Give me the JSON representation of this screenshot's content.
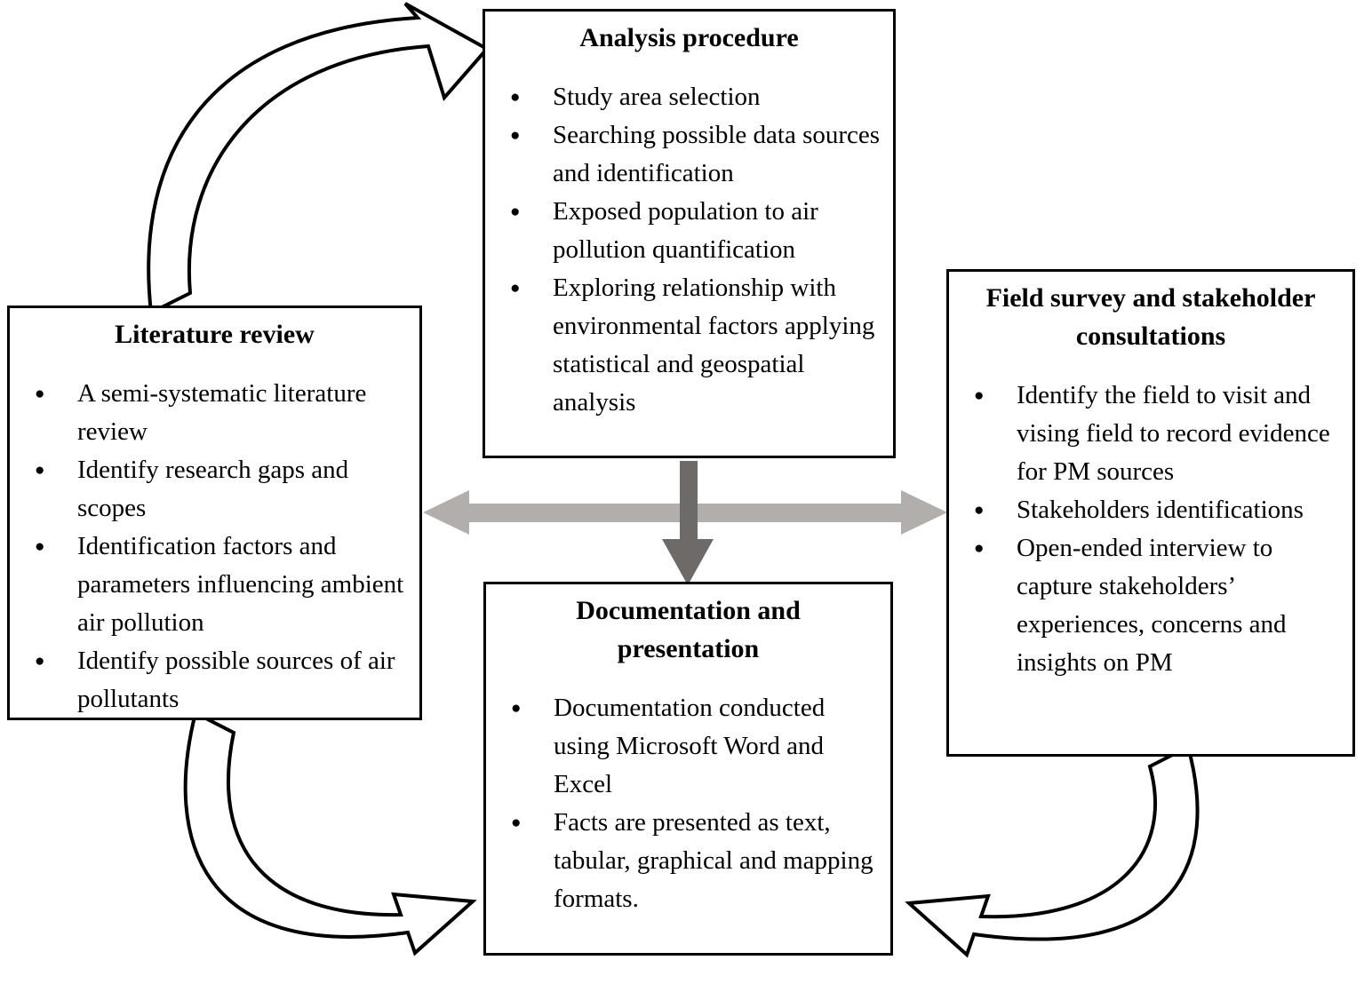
{
  "diagram": {
    "background": "#ffffff",
    "glyphs": {
      "bullet": "●"
    },
    "colors": {
      "box_border": "#000000",
      "text": "#000000",
      "double_arrow_gray": "#b1aeac",
      "down_arrow_gray": "#6e6a67",
      "curved_arrow_fill": "#ffffff",
      "curved_arrow_outline": "#000000"
    },
    "boxes": {
      "analysis": {
        "title": "Analysis procedure",
        "bullets": [
          "Study area selection",
          "Searching possible data sources and identification",
          "Exposed population to air pollution quantification",
          "Exploring relationship with environmental factors applying statistical and geospatial analysis"
        ]
      },
      "literature": {
        "title": "Literature review",
        "bullets": [
          "A semi-systematic literature review",
          "Identify research gaps and scopes",
          "Identification factors and parameters influencing ambient air pollution",
          "Identify possible sources of air pollutants"
        ]
      },
      "field": {
        "title": "Field survey and stakeholder consultations",
        "bullets": [
          "Identify the field to visit and vising field to record evidence for PM sources",
          "Stakeholders identifications",
          "Open-ended interview to capture stakeholders’ experiences, concerns and insights on PM"
        ]
      },
      "documentation": {
        "title": "Documentation and presentation",
        "bullets": [
          "Documentation conducted using Microsoft Word and Excel",
          "Facts are presented as text, tabular, graphical and mapping formats."
        ]
      }
    },
    "arrows": {
      "literature_to_analysis": "curved outline arrow",
      "literature_field_exchange": "gray double-headed arrow",
      "analysis_to_documentation": "gray down arrow",
      "literature_to_documentation": "curved outline arrow",
      "field_to_documentation": "curved outline arrow"
    }
  }
}
